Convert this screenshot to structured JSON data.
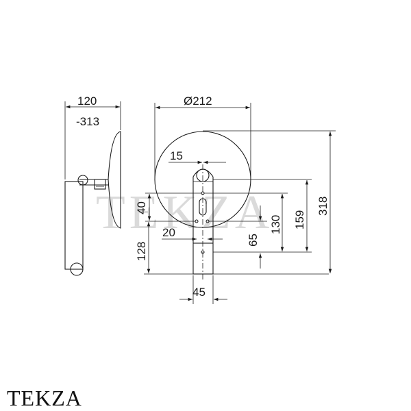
{
  "drawing": {
    "dimensions": {
      "side_depth": "120",
      "side_depth_extended": "-313",
      "diameter": "Ø212",
      "offset_15": "15",
      "height_40": "40",
      "height_20": "20",
      "height_128": "128",
      "height_65": "65",
      "height_130": "130",
      "height_159": "159",
      "height_318": "318",
      "width_45": "45"
    },
    "watermark": "TEKZA"
  },
  "brand": {
    "name": "TEKZA"
  }
}
